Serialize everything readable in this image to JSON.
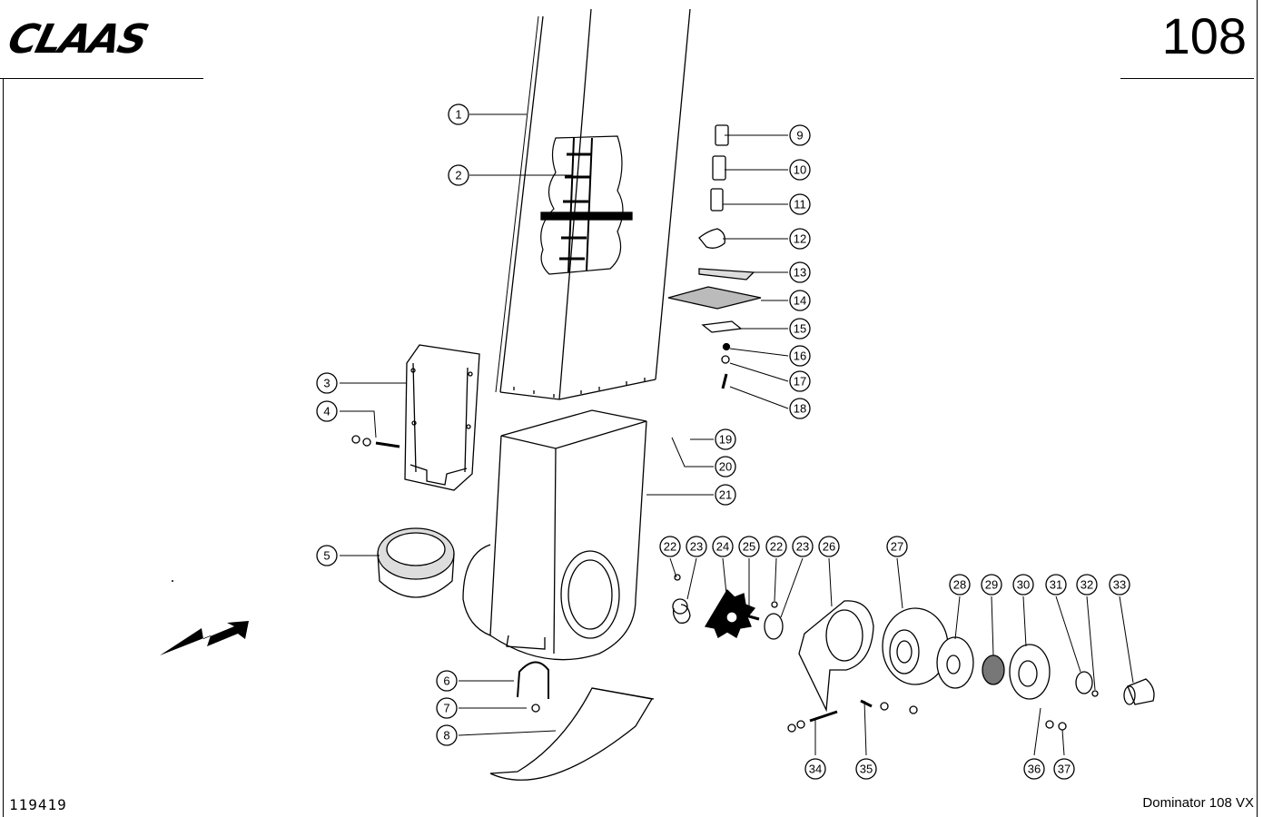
{
  "header": {
    "brand": "CLAAS",
    "page_number": "108"
  },
  "footer": {
    "figure_id": "119419",
    "model": "Dominator 108 VX"
  },
  "callouts": [
    "1",
    "2",
    "3",
    "4",
    "5",
    "6",
    "7",
    "8",
    "9",
    "10",
    "11",
    "12",
    "13",
    "14",
    "15",
    "16",
    "17",
    "18",
    "19",
    "20",
    "21",
    "22",
    "23",
    "24",
    "25",
    "22",
    "23",
    "26",
    "27",
    "28",
    "29",
    "30",
    "31",
    "32",
    "33",
    "34",
    "35",
    "36",
    "37"
  ]
}
